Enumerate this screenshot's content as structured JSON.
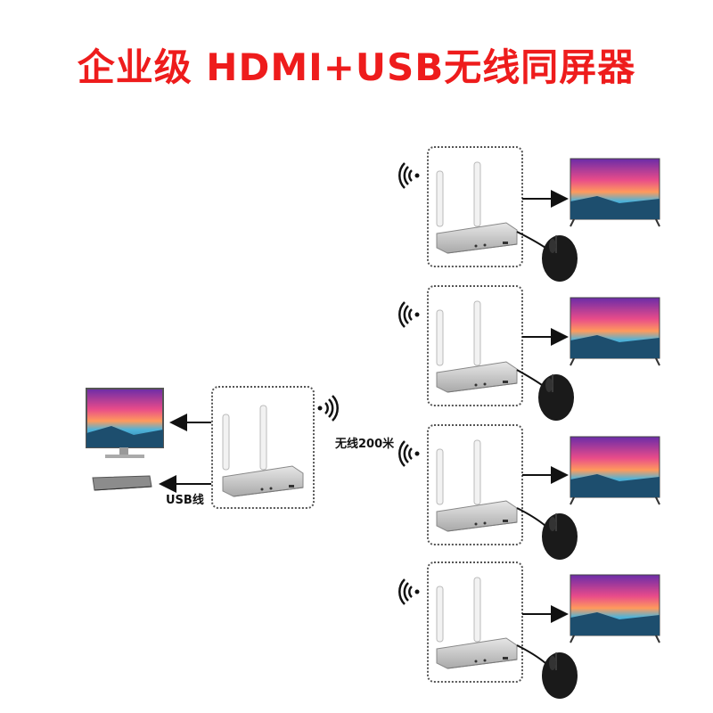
{
  "title": "企业级 HDMI+USB无线同屏器",
  "labels": {
    "usb_cable": "USB线",
    "wireless_range": "无线200米"
  },
  "colors": {
    "title": "#ee1c1c",
    "box_border": "#555555",
    "arrow": "#111111",
    "device_body": "#c9c9c9",
    "mouse": "#1a1a1a"
  },
  "diagram": {
    "transmitter": {
      "icons": [
        "wifi-signal-icon",
        "router-device-icon"
      ]
    },
    "source_outputs": [
      "monitor-icon",
      "dvd-player-icon"
    ],
    "receivers_count": 4,
    "receiver_items": [
      "wifi-signal-icon",
      "router-device-icon",
      "tv-screen-icon",
      "mouse-icon"
    ]
  }
}
